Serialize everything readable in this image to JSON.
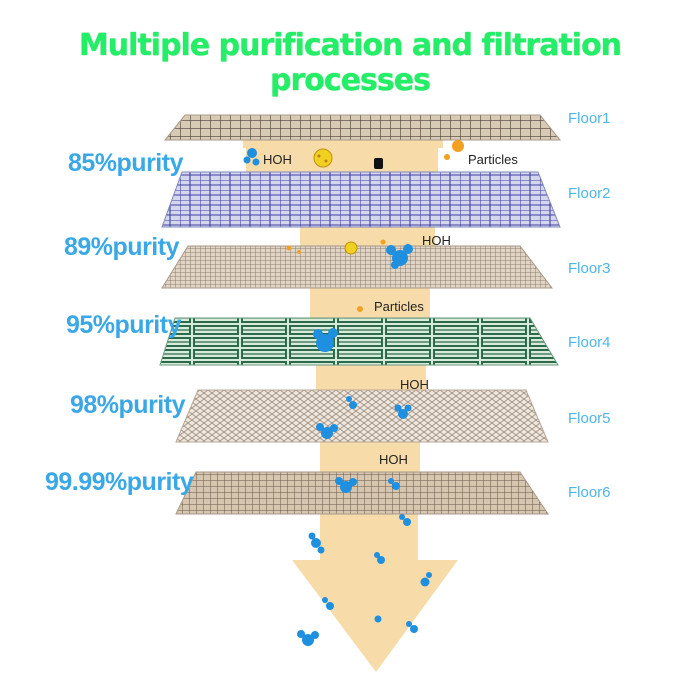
{
  "title": "Multiple purification and filtration processes",
  "floors": [
    "Floor1",
    "Floor2",
    "Floor3",
    "Floor4",
    "Floor5",
    "Floor6"
  ],
  "purity": [
    "85%purity",
    "89%purity",
    "95%purity",
    "98%purity",
    "99.99%purity"
  ],
  "notes": {
    "hoh": "HOH",
    "particles": "Particles"
  },
  "colors": {
    "title": "#22ee66",
    "purity": "#3aa8e6",
    "floor_label": "#4fb6e6",
    "arrow": "#f7dcaa",
    "water": "#1f8fe0"
  }
}
